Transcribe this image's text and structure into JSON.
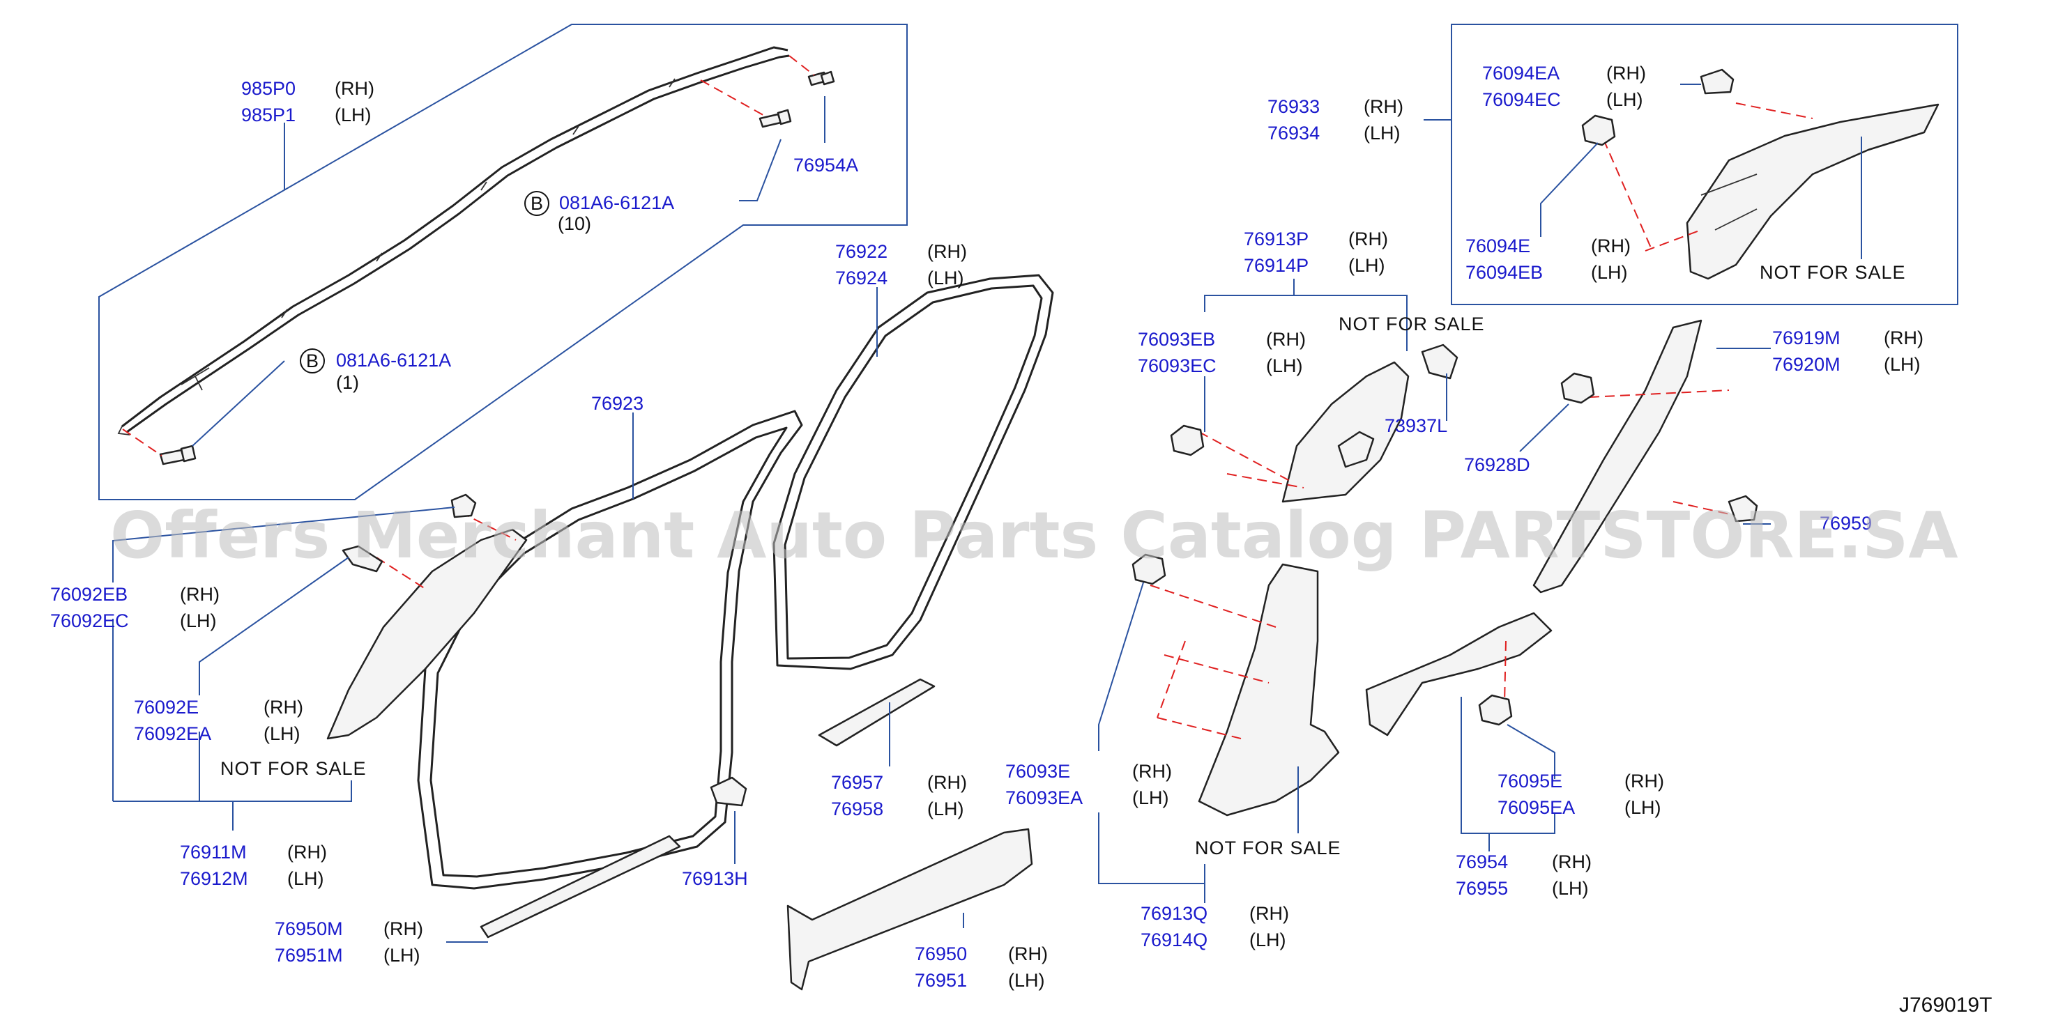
{
  "labels": {
    "airbag_rh_pn": "985P0",
    "airbag_rh_side": "(RH)",
    "airbag_lh_pn": "985P1",
    "airbag_lh_side": "(LH)",
    "bolt_pn": "76954A",
    "b_symbol_1": "B",
    "bolt1_pn": "081A6-6121A",
    "bolt1_qty": "(10)",
    "b_symbol_2": "B",
    "bolt2_pn": "081A6-6121A",
    "bolt2_qty": "(1)",
    "weather_rh_pn": "76922",
    "weather_rh_side": "(RH)",
    "weather_lh_pn": "76924",
    "weather_lh_side": "(LH)",
    "weather_body_pn": "76923",
    "clip_eb_pn": "76092EB",
    "clip_eb_side": "(RH)",
    "clip_ec_pn": "76092EC",
    "clip_ec_side": "(LH)",
    "clip_e_pn": "76092E",
    "clip_e_side": "(RH)",
    "clip_ea_pn": "76092EA",
    "clip_ea_side": "(LH)",
    "nfs_left": "NOT   FOR   SALE",
    "pillar_a_rh_pn": "76911M",
    "pillar_a_rh_side": "(RH)",
    "pillar_a_lh_pn": "76912M",
    "pillar_a_lh_side": "(LH)",
    "kick_rh_pn": "76950M",
    "kick_rh_side": "(RH)",
    "kick_lh_pn": "76951M",
    "kick_lh_side": "(LH)",
    "clip_h_pn": "76913H",
    "plate_rh_pn": "76957",
    "plate_rh_side": "(RH)",
    "plate_lh_pn": "76958",
    "plate_lh_side": "(LH)",
    "sill_rh_pn": "76950",
    "sill_rh_side": "(RH)",
    "sill_lh_pn": "76951",
    "sill_lh_side": "(LH)",
    "rear_rh_pn": "76933",
    "rear_rh_side": "(RH)",
    "rear_lh_pn": "76934",
    "rear_lh_side": "(LH)",
    "cclip_ea_pn": "76094EA",
    "cclip_ea_side": "(RH)",
    "cclip_ec_pn": "76094EC",
    "cclip_ec_side": "(LH)",
    "cclip_e_pn": "76094E",
    "cclip_e_side": "(RH)",
    "cclip_eb_pn": "76094EB",
    "cclip_eb_side": "(LH)",
    "nfs_topright": "NOT   FOR   SALE",
    "bpillar_up_rh_pn": "76913P",
    "bpillar_up_rh_side": "(RH)",
    "bpillar_up_lh_pn": "76914P",
    "bpillar_up_lh_side": "(LH)",
    "bclip_eb_pn": "76093EB",
    "bclip_eb_side": "(RH)",
    "bclip_ec_pn": "76093EC",
    "bclip_ec_side": "(LH)",
    "nfs_mid": "NOT   FOR   SALE",
    "cover_pn": "73937L",
    "cpillar_rh_pn": "76919M",
    "cpillar_rh_side": "(RH)",
    "cpillar_lh_pn": "76920M",
    "cpillar_lh_side": "(LH)",
    "clip_d_pn": "76928D",
    "clip_9_pn": "76959",
    "bclip_e_pn": "76093E",
    "bclip_e_side": "(RH)",
    "bclip_ea_pn": "76093EA",
    "bclip_ea_side": "(LH)",
    "nfs_bottom": "NOT   FOR   SALE",
    "bpillar_low_rh_pn": "76913Q",
    "bpillar_low_rh_side": "(RH)",
    "bpillar_low_lh_pn": "76914Q",
    "bpillar_low_lh_side": "(LH)",
    "dclip_e_pn": "76095E",
    "dclip_e_side": "(RH)",
    "dclip_ea_pn": "76095EA",
    "dclip_ea_side": "(LH)",
    "rsill_rh_pn": "76954",
    "rsill_rh_side": "(RH)",
    "rsill_lh_pn": "76955",
    "rsill_lh_side": "(LH)",
    "diagram_code": "J769019T"
  },
  "watermark": "Offers Merchant Auto Parts Catalog PARTSTORE.SA",
  "colors": {
    "part_number": "#1a1acc",
    "leader_line": "#2a52a0",
    "dashed_guide": "#e02020",
    "outline": "#222222",
    "watermark": "#bdbdbd"
  }
}
